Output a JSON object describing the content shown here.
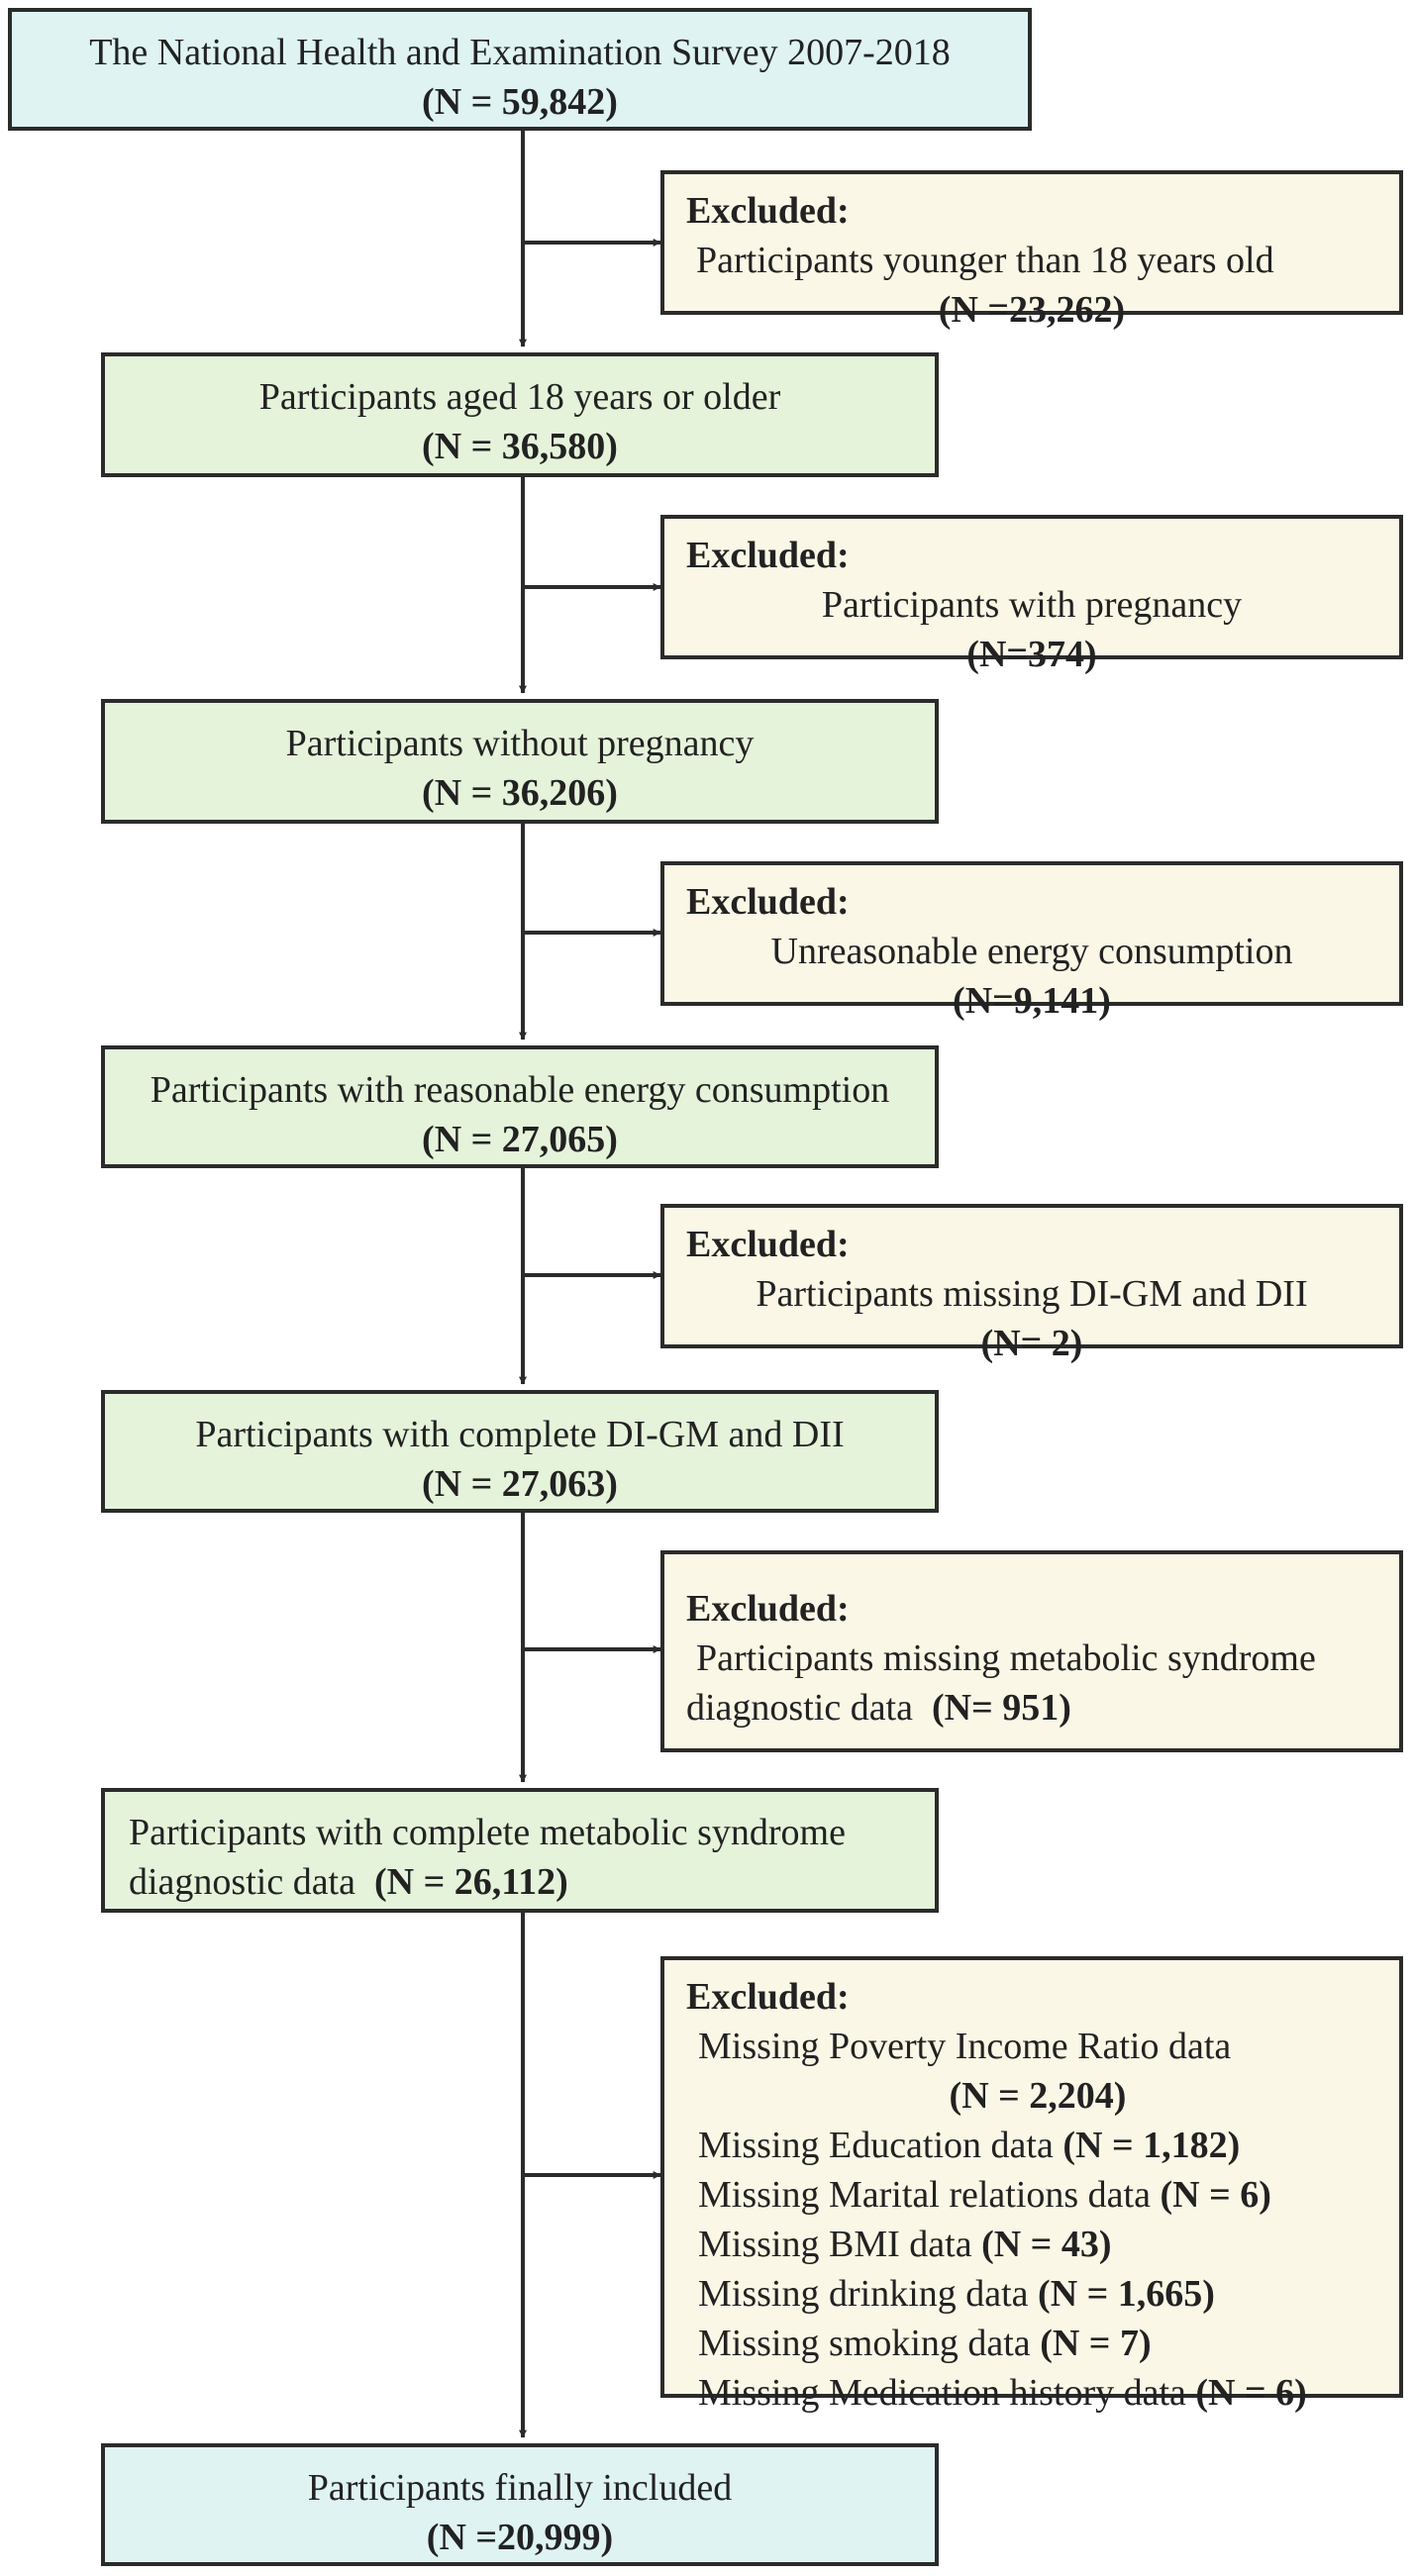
{
  "main_boxes": [
    {
      "line1": "The National Health and Examination Survey 2007-2018",
      "n": "(N = 59,842)"
    },
    {
      "line1": "Participants aged 18 years or older",
      "n": "(N = 36,580)"
    },
    {
      "line1": "Participants without pregnancy",
      "n": "(N = 36,206)"
    },
    {
      "line1": "Participants with reasonable energy consumption",
      "n": "(N = 27,065)"
    },
    {
      "line1": "Participants with complete DI-GM and DII",
      "n": "(N = 27,063)"
    },
    {
      "line1": "Participants with complete metabolic syndrome",
      "line2": "diagnostic data  ",
      "n": "(N = 26,112)"
    },
    {
      "line1": "Participants finally included",
      "n": "(N =20,999)"
    }
  ],
  "exclusion_boxes": [
    {
      "head": "Excluded:",
      "reason": "Participants younger than 18 years old",
      "n": "(N =23,262)"
    },
    {
      "head": "Excluded:",
      "reason": "Participants with pregnancy",
      "n": "(N=374)"
    },
    {
      "head": "Excluded:",
      "reason": "Unreasonable energy consumption",
      "n": "(N=9,141)"
    },
    {
      "head": "Excluded:",
      "reason": "Participants missing DI-GM and DII",
      "n": "(N= 2)"
    },
    {
      "head": "Excluded:",
      "reason": "Participants missing metabolic syndrome",
      "reason2": "diagnostic data  ",
      "n": "(N= 951)"
    },
    {
      "head": "Excluded:",
      "items": [
        {
          "text": "Missing Poverty Income Ratio data",
          "n": ""
        },
        {
          "text": "",
          "n": "(N = 2,204)"
        },
        {
          "text": "Missing Education data ",
          "n": "(N = 1,182)"
        },
        {
          "text": "Missing Marital relations data ",
          "n": "(N = 6)"
        },
        {
          "text": "Missing BMI data ",
          "n": "(N = 43)"
        },
        {
          "text": "Missing drinking data ",
          "n": "(N = 1,665)"
        },
        {
          "text": "Missing smoking data ",
          "n": "(N = 7)"
        },
        {
          "text": "Missing Medication history data ",
          "n": "(N = 6)"
        }
      ]
    }
  ],
  "colors": {
    "start_end_fill": "#dff3f3",
    "step_fill": "#e4f3da",
    "exclusion_fill": "#fbf7e6",
    "stroke": "#2b2b2b"
  }
}
